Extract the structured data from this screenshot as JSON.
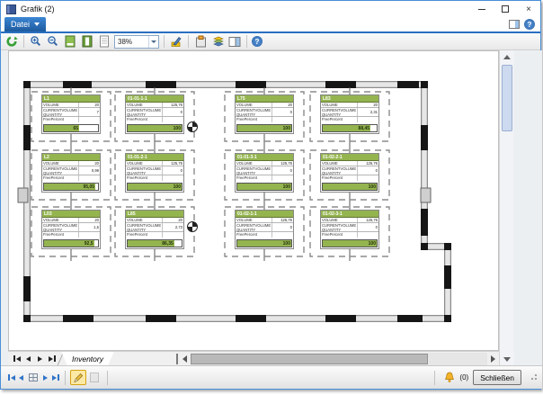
{
  "window": {
    "title": "Grafik (2)",
    "close_glyph": "×"
  },
  "menu": {
    "file_label": "Datei"
  },
  "toolbar": {
    "zoom_value": "38%",
    "icon_names": [
      "refresh",
      "zoom-in",
      "zoom-out",
      "fit-page",
      "fit-width",
      "actual-size",
      "zoom-level-select",
      "style-edit",
      "clipboard",
      "layers",
      "properties-panel",
      "help"
    ]
  },
  "plan": {
    "field_labels": {
      "volume": "VOLUME",
      "current_volume": "CURRENTVOLUME",
      "quantity": "QUANTITY",
      "free_percent": "FreePercent"
    },
    "zones": [
      {
        "id": "L1",
        "volume": "20",
        "current": "7",
        "free_percent": "65",
        "free_pct_num": 65
      },
      {
        "id": "01-01-1-1",
        "volume": "125,76",
        "current": "0",
        "free_percent": "100",
        "free_pct_num": 100
      },
      {
        "id": "L75",
        "volume": "20",
        "current": "0",
        "free_percent": "100",
        "free_pct_num": 100
      },
      {
        "id": "L83",
        "volume": "20",
        "current": "2,31",
        "free_percent": "88,45",
        "free_pct_num": 88.45
      },
      {
        "id": "L2",
        "volume": "20",
        "current": "0,99",
        "free_percent": "95,05",
        "free_pct_num": 95.05
      },
      {
        "id": "01-01-2-1",
        "volume": "125,76",
        "current": "0",
        "free_percent": "100",
        "free_pct_num": 100
      },
      {
        "id": "01-01-3-1",
        "volume": "125,76",
        "current": "0",
        "free_percent": "100",
        "free_pct_num": 100
      },
      {
        "id": "01-02-2-1",
        "volume": "125,76",
        "current": "0",
        "free_percent": "100",
        "free_pct_num": 100
      },
      {
        "id": "L03",
        "volume": "20",
        "current": "1,5",
        "free_percent": "92,5",
        "free_pct_num": 92.5
      },
      {
        "id": "L85",
        "volume": "20",
        "current": "2,73",
        "free_percent": "86,35",
        "free_pct_num": 86.35
      },
      {
        "id": "01-02-1-1",
        "volume": "125,76",
        "current": "0",
        "free_percent": "100",
        "free_pct_num": 100
      },
      {
        "id": "01-02-3-1",
        "volume": "125,76",
        "current": "0",
        "free_percent": "100",
        "free_pct_num": 100
      }
    ]
  },
  "sheet_bar": {
    "tab_label": "Inventory"
  },
  "status_bar": {
    "notification_count": "(0)",
    "close_label": "Schließen"
  }
}
